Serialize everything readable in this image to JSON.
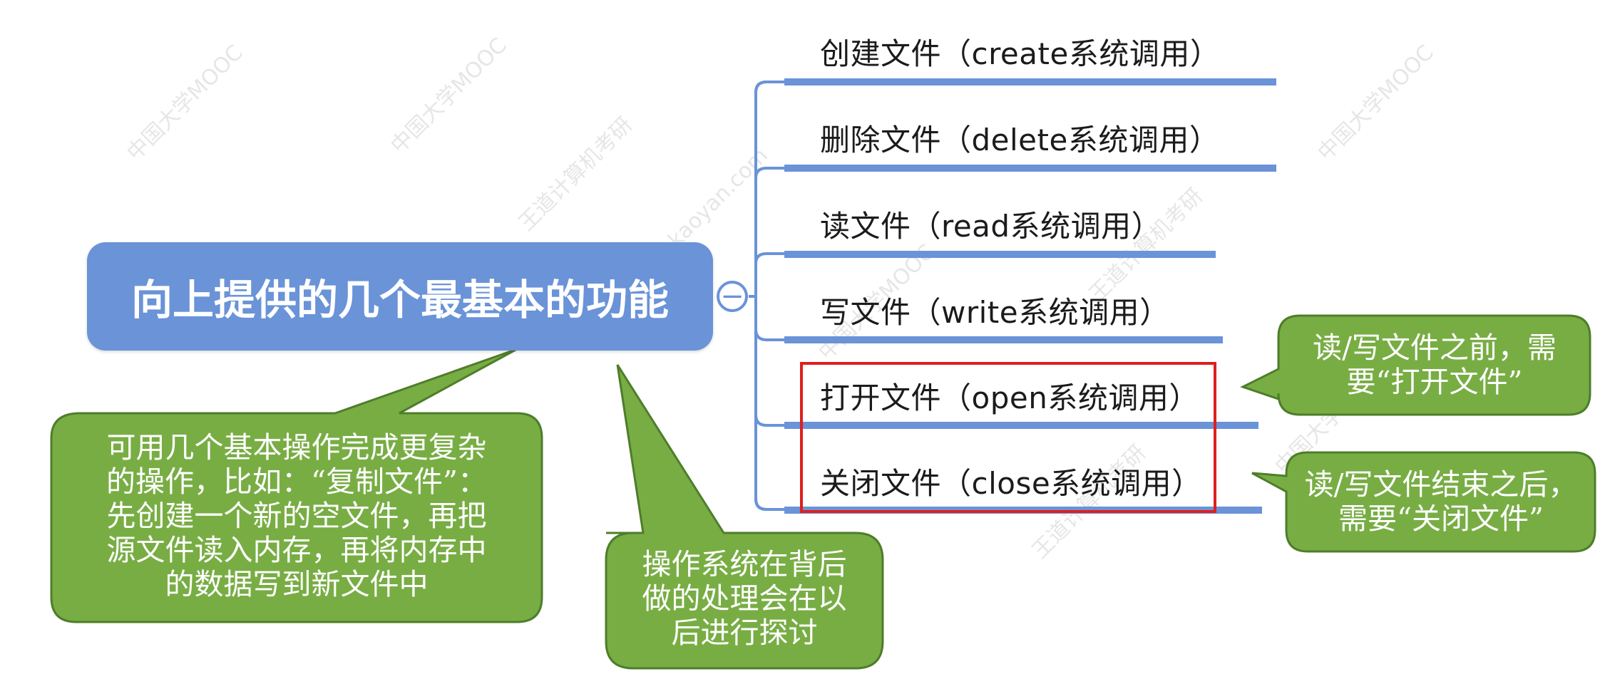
{
  "central": {
    "label": "向上提供的几个最基本的功能"
  },
  "collapse_symbol": "−",
  "branches": [
    {
      "label": "创建文件（create系统调用）"
    },
    {
      "label": "删除文件（delete系统调用）"
    },
    {
      "label": "读文件（read系统调用）"
    },
    {
      "label": "写文件（write系统调用）"
    },
    {
      "label": "打开文件（open系统调用）"
    },
    {
      "label": "关闭文件（close系统调用）"
    }
  ],
  "callouts": {
    "left_bottom": {
      "lines": [
        "可用几个基本操作完成更复杂",
        "的操作，比如：“复制文件”：",
        "先创建一个新的空文件，再把",
        "源文件读入内存，再将内存中",
        "的数据写到新文件中"
      ]
    },
    "center_bottom": {
      "lines": [
        "操作系统在背后",
        "做的处理会在以",
        "后进行探讨"
      ]
    },
    "right_top": {
      "lines": [
        "读/写文件之前，需",
        "要“打开文件”"
      ]
    },
    "right_bottom": {
      "lines": [
        "读/写文件结束之后，",
        "需要“关闭文件”"
      ]
    }
  },
  "colors": {
    "central_fill": "#6a93d8",
    "branch_line": "#6a93d8",
    "callout_fill": "#78ad44",
    "callout_stroke": "#4e7d2a",
    "highlight_box": "#e01e1e"
  },
  "watermarks": [
    "中国大学MOOC",
    "王道计算机考研",
    "www.cskaoyan.com"
  ]
}
